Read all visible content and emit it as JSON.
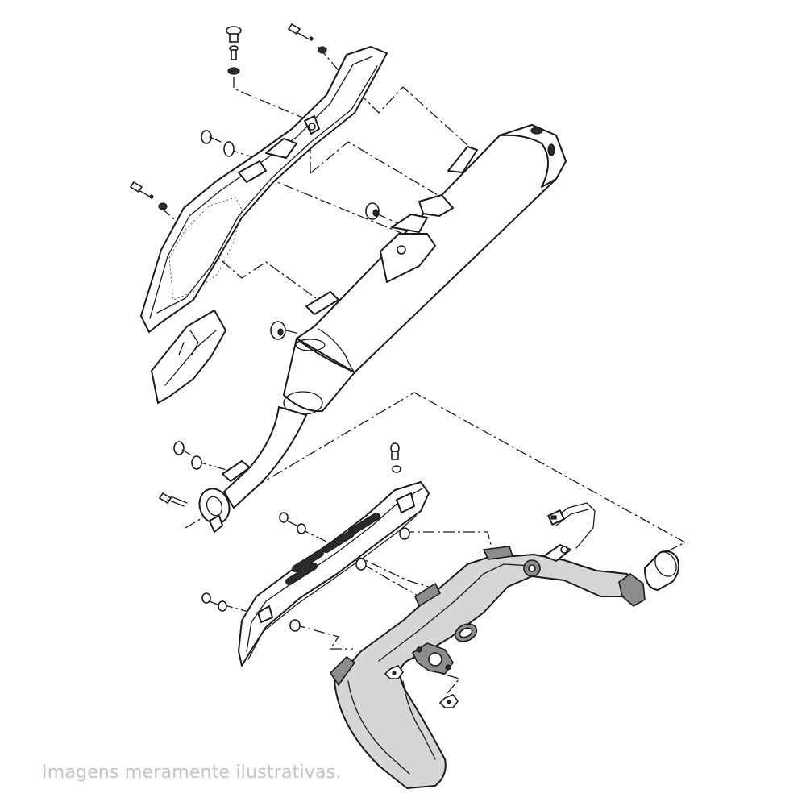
{
  "caption": "Imagens meramente ilustrativas.",
  "parts": [
    {
      "name": "heat-shield-upper"
    },
    {
      "name": "muffler-assembly"
    },
    {
      "name": "muffler-end-cap"
    },
    {
      "name": "heat-shield-lower"
    },
    {
      "name": "exhaust-header-pipe"
    },
    {
      "name": "oxygen-sensor"
    },
    {
      "name": "exhaust-gasket"
    },
    {
      "name": "pipe-joint-sleeve"
    }
  ]
}
